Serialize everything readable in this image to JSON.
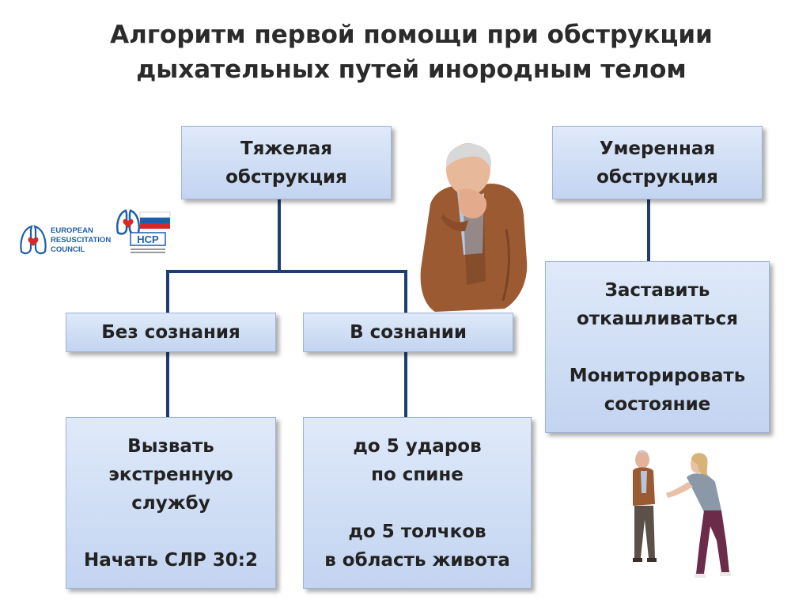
{
  "title": {
    "line1": "Алгоритм первой помощи при обструкции",
    "line2": "дыхательных путей инородным телом"
  },
  "boxes": {
    "heavy": {
      "line1": "Тяжелая",
      "line2": "обструкция"
    },
    "moderate": {
      "line1": "Умеренная",
      "line2": "обструкция"
    },
    "unconscious": {
      "label": "Без сознания"
    },
    "conscious": {
      "label": "В сознании"
    },
    "moderate_actions": {
      "line1": "Заставить",
      "line2": "откашливаться",
      "line3": "Мониторировать",
      "line4": "состояние"
    },
    "unconscious_actions": {
      "line1": "Вызвать",
      "line2": "экстренную",
      "line3": "службу",
      "line4": "Начать СЛР 30:2"
    },
    "conscious_actions": {
      "line1": "до 5 ударов",
      "line2": "по спине",
      "line3": "до 5 толчков",
      "line4": "в область живота"
    }
  },
  "logos": {
    "erc": {
      "line1": "EUROPEAN",
      "line2": "RESUSCITATION",
      "line3": "COUNCIL"
    },
    "ncp": {
      "text": "НСР"
    }
  },
  "colors": {
    "connector": "#1d3d73",
    "box_fill_top": "#dfe9f9",
    "box_fill_bottom": "#c3d4f1",
    "logo_red": "#d62828",
    "logo_blue": "#1f5fa8"
  },
  "images": {
    "person_choking": "choking-man-illustration",
    "two_people": "helper-with-choking-man-illustration"
  }
}
